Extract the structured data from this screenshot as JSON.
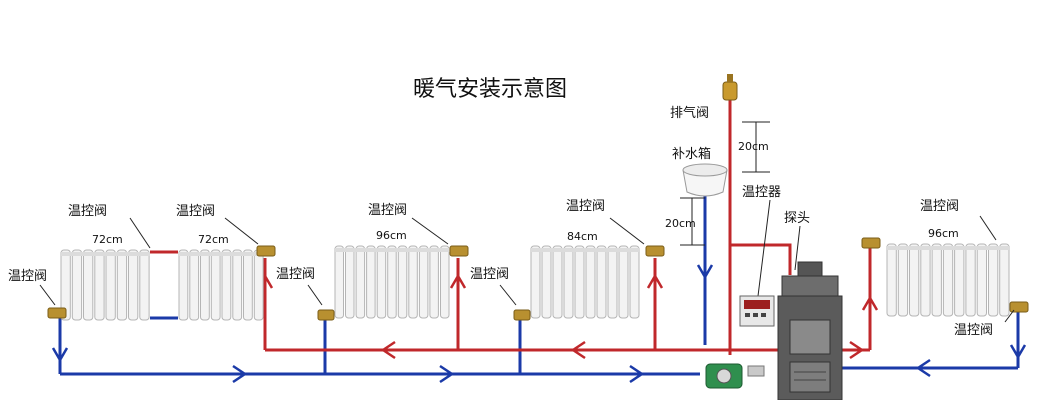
{
  "title": "暖气安装示意图",
  "labels": {
    "valve_far_left": "温控阀",
    "valve_r1": "温控阀",
    "valve_r2": "温控阀",
    "valve_r3_return": "温控阀",
    "valve_r3": "温控阀",
    "valve_r4_return": "温控阀",
    "valve_r4": "温控阀",
    "valve_r5_top": "温控阀",
    "valve_r5_bottom": "温控阀",
    "vent_valve": "排气阀",
    "water_tank": "补水箱",
    "thermostat": "温控器",
    "probe": "探头"
  },
  "sizes": {
    "r1": "72cm",
    "r2": "72cm",
    "r3": "96cm",
    "r4": "84cm",
    "r5": "96cm",
    "vent_height": "20cm",
    "tank_height": "20cm"
  },
  "colors": {
    "supply": "#c0282b",
    "return": "#1b3aa8",
    "radiator_fin": "#f3f3f3",
    "radiator_edge": "#b5b5b5",
    "boiler": "#6d6d6d",
    "pump": "#2f8f4e",
    "valve": "#b89030"
  }
}
